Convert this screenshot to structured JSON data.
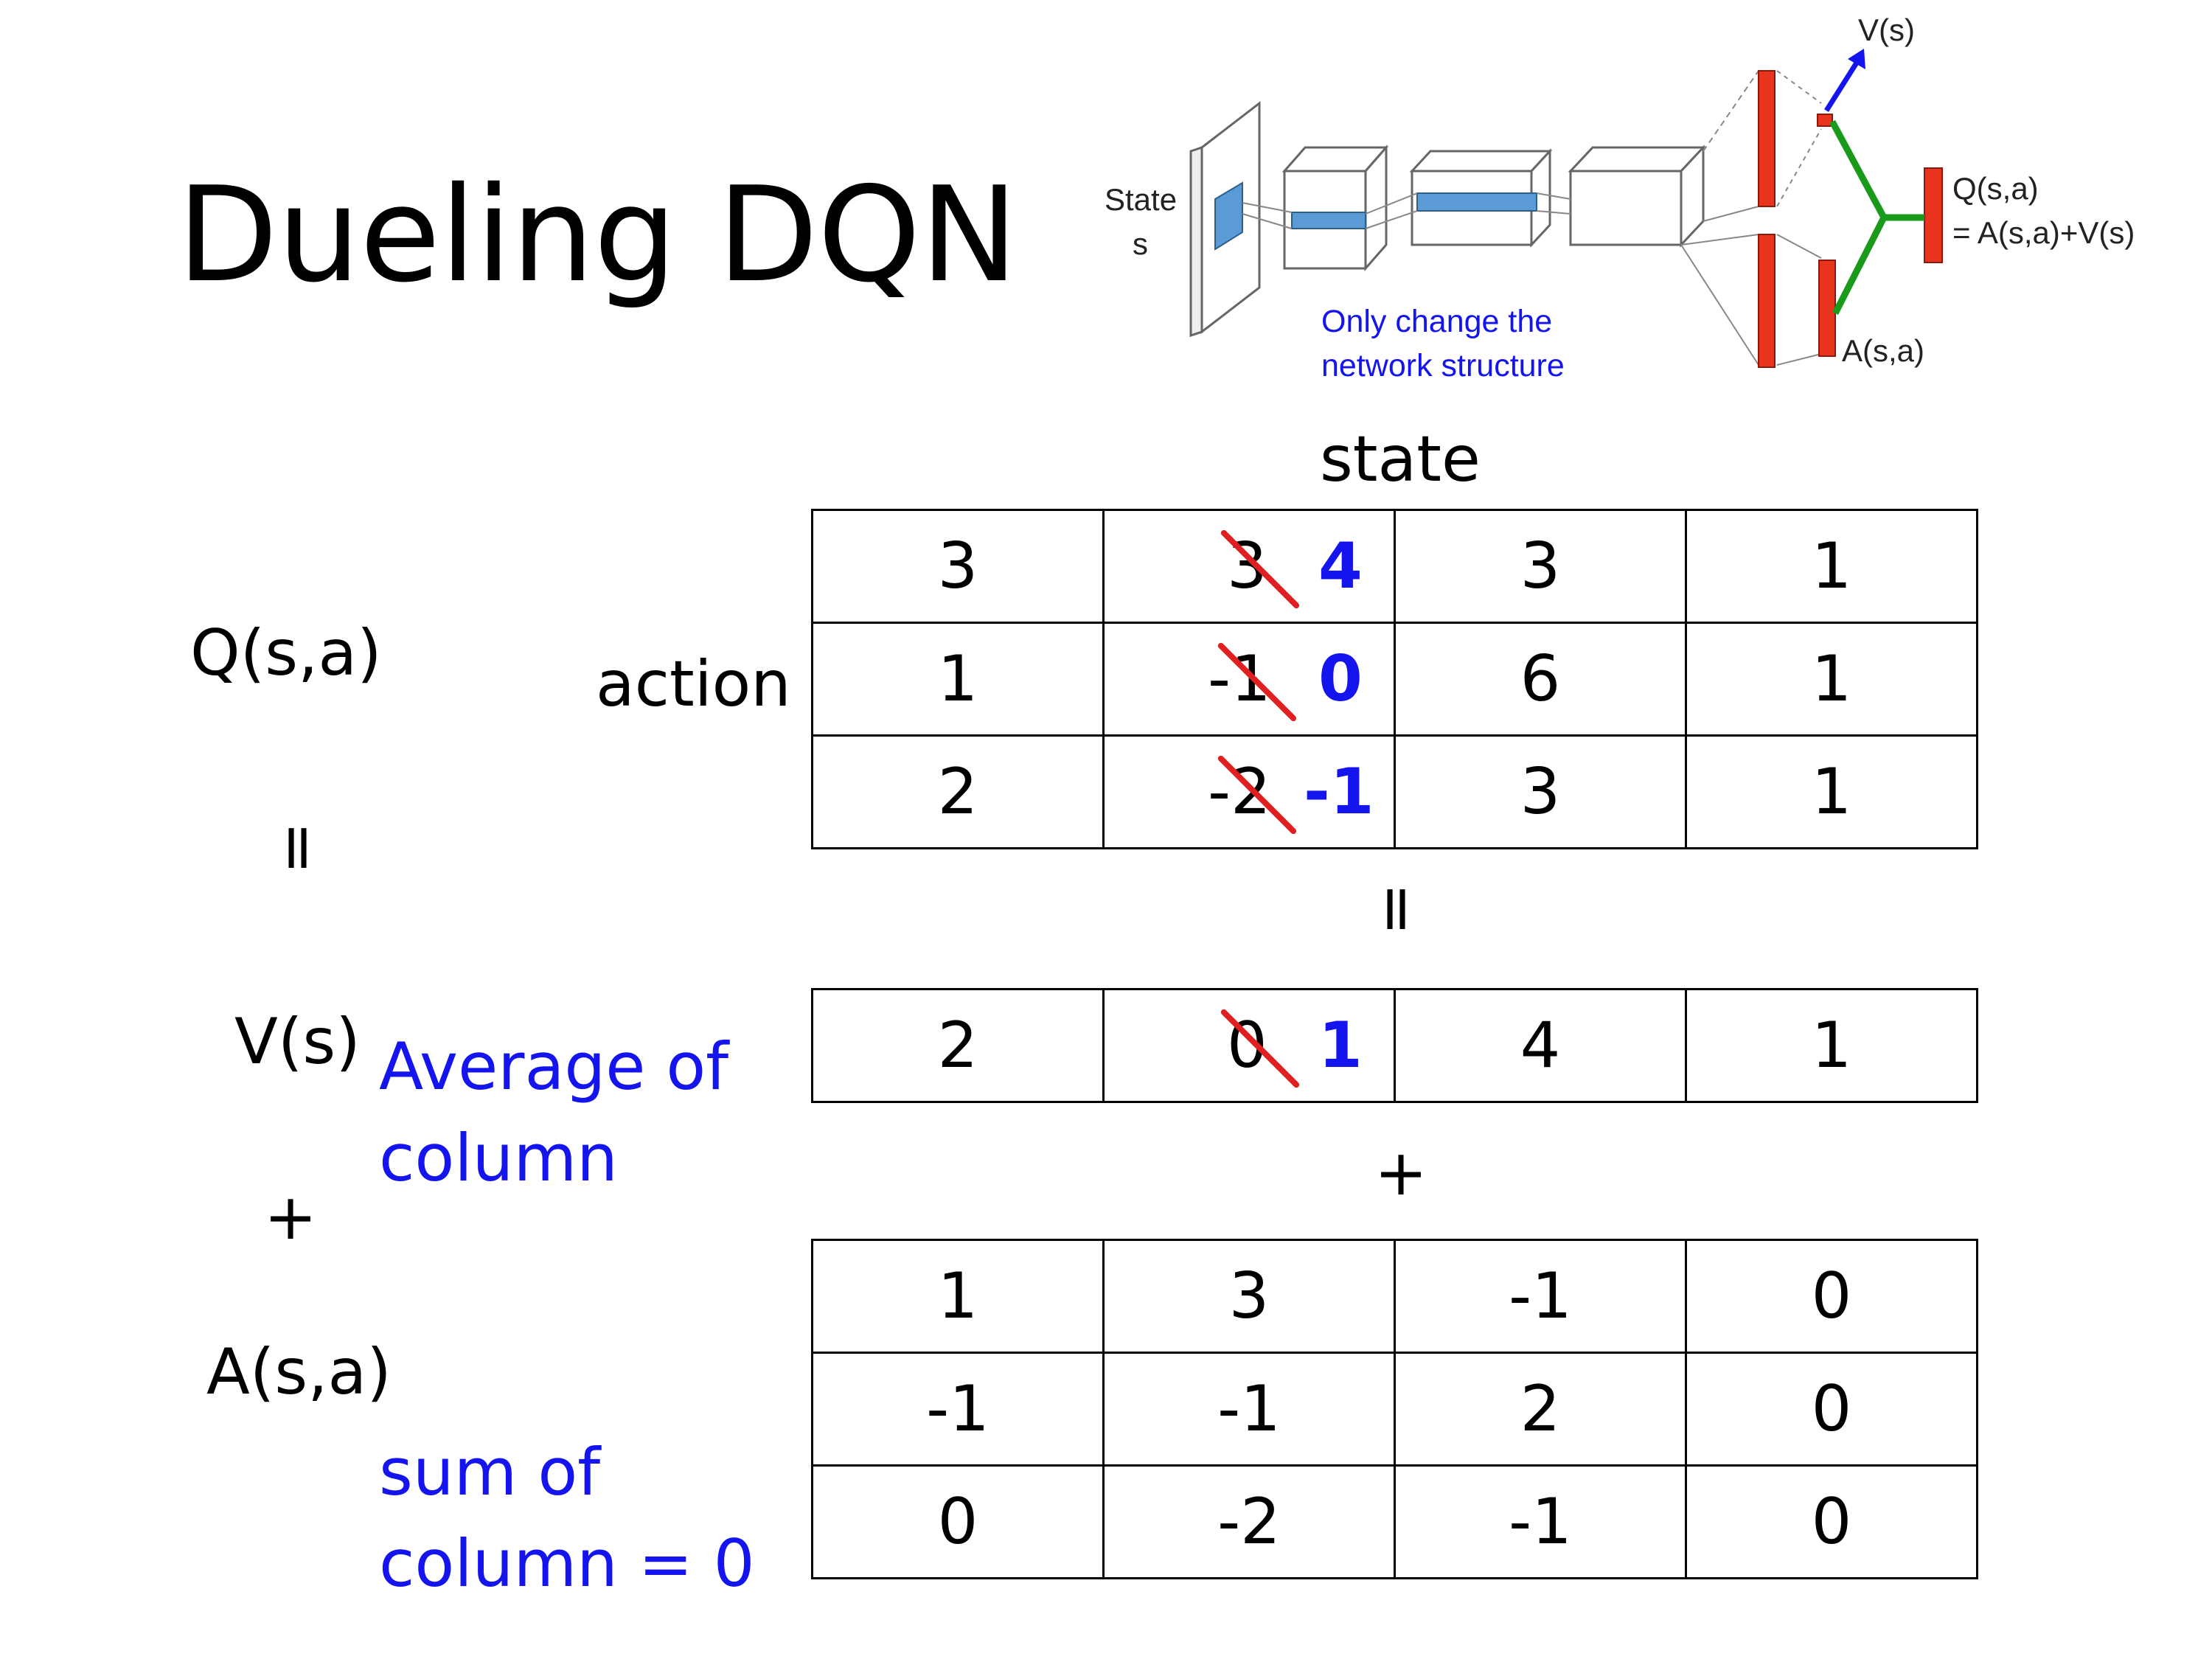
{
  "slide": {
    "title": "Dueling DQN",
    "labels": {
      "q": "Q(s,a)",
      "eq1": "=",
      "v": "V(s)",
      "plus1": "+",
      "a": "A(s,a)",
      "state": "state",
      "action": "action",
      "eq2": "=",
      "plus2": "+"
    },
    "notes": {
      "average": "Average of column",
      "sum": "sum of column = 0"
    },
    "colors": {
      "note": "#1414ee",
      "strike": "#e02020",
      "branch": "#1a9a1a",
      "layer": "#e8341c"
    }
  },
  "network": {
    "state_line1": "State",
    "state_line2": "s",
    "caption_line1": "Only change the",
    "caption_line2": "network structure",
    "v_label": "V(s)",
    "q_line1": "Q(s,a)",
    "q_line2": "= A(s,a)+V(s)",
    "a_label": "A(s,a)"
  },
  "q_table": [
    [
      {
        "v": "3"
      },
      {
        "v": "3",
        "struck": true,
        "new": "4"
      },
      {
        "v": "3"
      },
      {
        "v": "1"
      }
    ],
    [
      {
        "v": "1"
      },
      {
        "v": "-1",
        "struck": true,
        "new": "0"
      },
      {
        "v": "6"
      },
      {
        "v": "1"
      }
    ],
    [
      {
        "v": "2"
      },
      {
        "v": "-2",
        "struck": true,
        "new": "-1"
      },
      {
        "v": "3"
      },
      {
        "v": "1"
      }
    ]
  ],
  "v_table": [
    [
      {
        "v": "2"
      },
      {
        "v": "0",
        "struck": true,
        "new": "1"
      },
      {
        "v": "4"
      },
      {
        "v": "1"
      }
    ]
  ],
  "a_table": [
    [
      {
        "v": "1"
      },
      {
        "v": "3"
      },
      {
        "v": "-1"
      },
      {
        "v": "0"
      }
    ],
    [
      {
        "v": "-1"
      },
      {
        "v": "-1"
      },
      {
        "v": "2"
      },
      {
        "v": "0"
      }
    ],
    [
      {
        "v": "0"
      },
      {
        "v": "-2"
      },
      {
        "v": "-1"
      },
      {
        "v": "0"
      }
    ]
  ]
}
